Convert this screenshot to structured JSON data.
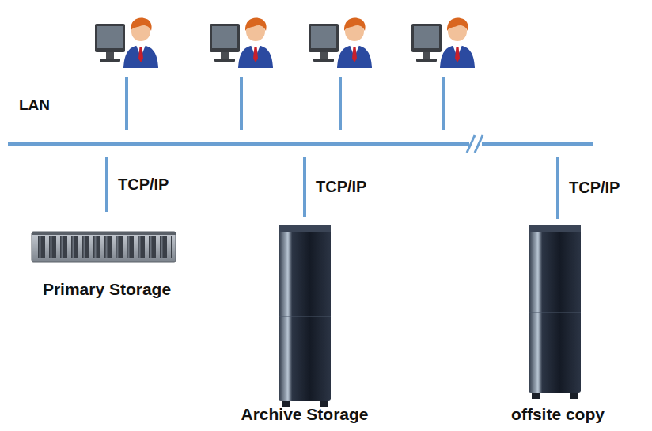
{
  "diagram": {
    "nodes": [
      {
        "text": [
          "LAN"
        ]
      },
      {
        "text": [
          "Primary Storage"
        ]
      },
      {
        "text": [
          "Archive Storage"
        ]
      },
      {
        "text": [
          "offsite copy"
        ]
      }
    ],
    "edges": [
      {
        "from": 0,
        "to": 1,
        "arrow": "none",
        "label": "TCP/IP"
      },
      {
        "from": 0,
        "to": 2,
        "arrow": "none",
        "label": "TCP/IP"
      },
      {
        "from": 0,
        "to": 3,
        "arrow": "none",
        "label": "TCP/IP"
      }
    ]
  }
}
